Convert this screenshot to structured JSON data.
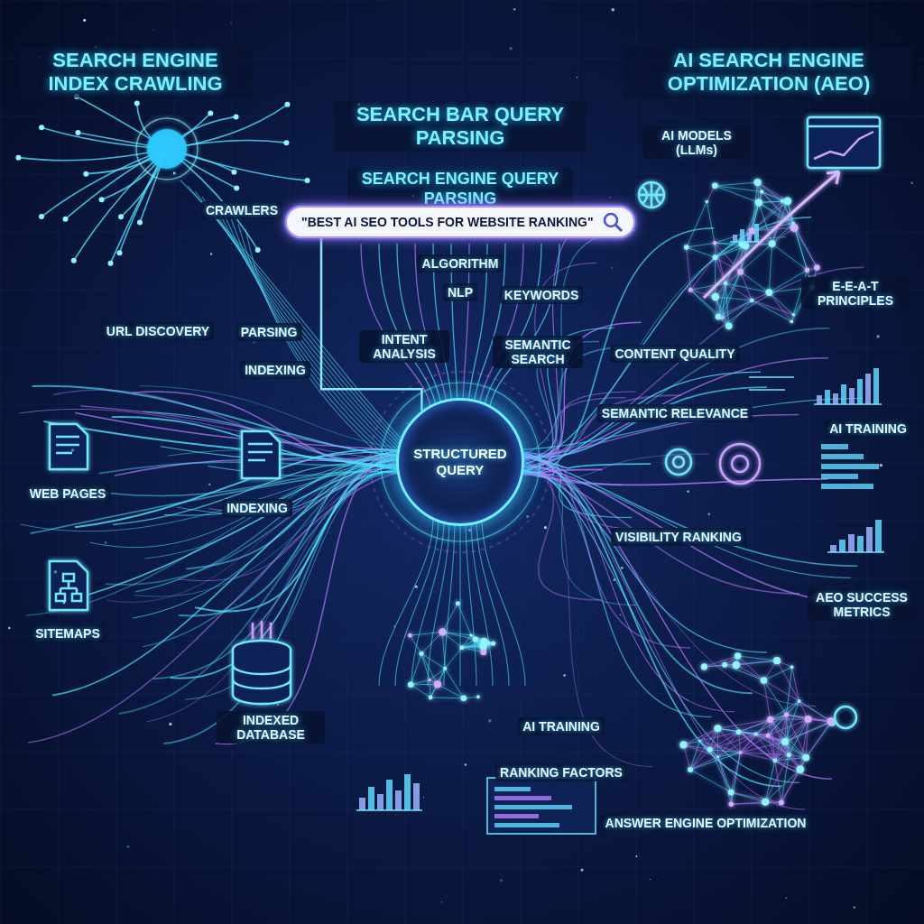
{
  "diagram": {
    "nodes": [
      {
        "text": [
          "\"BEST AI SEO TOOLS FOR WEBSITE RANKING\""
        ]
      },
      {
        "text": [
          "STRUCTURED QUERY"
        ]
      }
    ],
    "edges": [
      {
        "from": 0,
        "to": 1,
        "arrow": "none"
      }
    ],
    "labels": [
      "SEARCH ENGINE INDEX CRAWLING",
      "SEARCH BAR QUERY PARSING",
      "SEARCH ENGINE QUERY PARSING",
      "AI SEARCH ENGINE OPTIMIZATION (AEO)",
      "CRAWLERS",
      "URL DISCOVERY",
      "PARSING",
      "INDEXING",
      "WEB PAGES",
      "INDEXING",
      "SITEMAPS",
      "INDEXED DATABASE",
      "ALGORITHM",
      "NLP",
      "KEYWORDS",
      "INTENT ANALYSIS",
      "SEMANTIC SEARCH",
      "AI MODELS (LLMs)",
      "E-E-A-T PRINCIPLES",
      "CONTENT QUALITY",
      "SEMANTIC RELEVANCE",
      "AI TRAINING",
      "VISIBILITY RANKING",
      "AEO SUCCESS METRICS",
      "AI TRAINING",
      "RANKING FACTORS",
      "ANSWER ENGINE OPTIMIZATION"
    ]
  }
}
